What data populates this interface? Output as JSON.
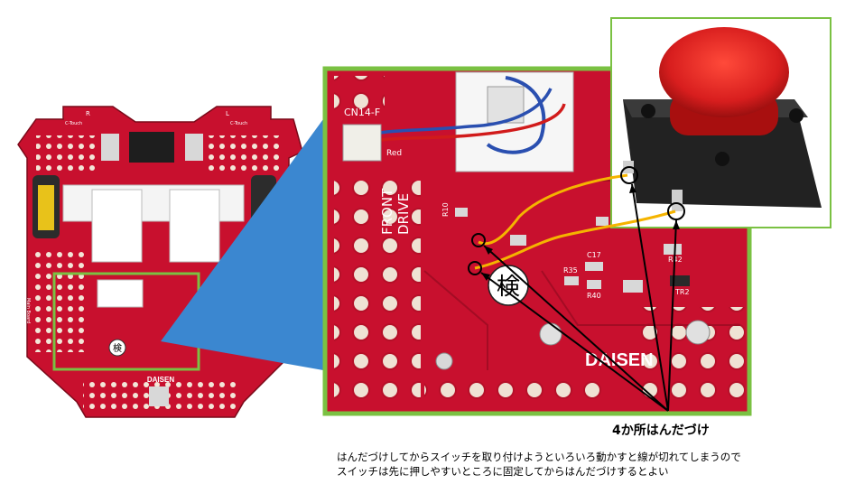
{
  "labels": {
    "connector": "CN14-F",
    "wire_color": "Red",
    "front_drive_line1": "FRONT",
    "front_drive_line2": "DRIVE",
    "kanji_badge": "検",
    "brand": "DAISEN",
    "chassis_r1": "R",
    "chassis_r2": "R",
    "chassis_l1": "L",
    "chassis_l2": "L",
    "touch_left": "C-Touch",
    "touch_right": "C-Touch",
    "board_name": "Main Board",
    "resistor_r10": "R10",
    "resistor_r35": "R35",
    "resistor_r40": "R40",
    "resistor_r42": "R42",
    "cap_c17": "C17",
    "tr2": "TR2"
  },
  "caption": {
    "title": "4か所はんだづけ",
    "note_line1": "はんだづけしてからスイッチを取り付けようといろいろ動かすと線が切れてしまうので",
    "note_line2": "スイッチは先に押しやすいところに固定してからはんだづけするとよい"
  },
  "colors": {
    "board_red": "#c8102e",
    "highlight_green": "#7ac142",
    "callout_blue": "#3b87d0",
    "wire_orange": "#f5b400",
    "button_red": "#d81e1e"
  }
}
